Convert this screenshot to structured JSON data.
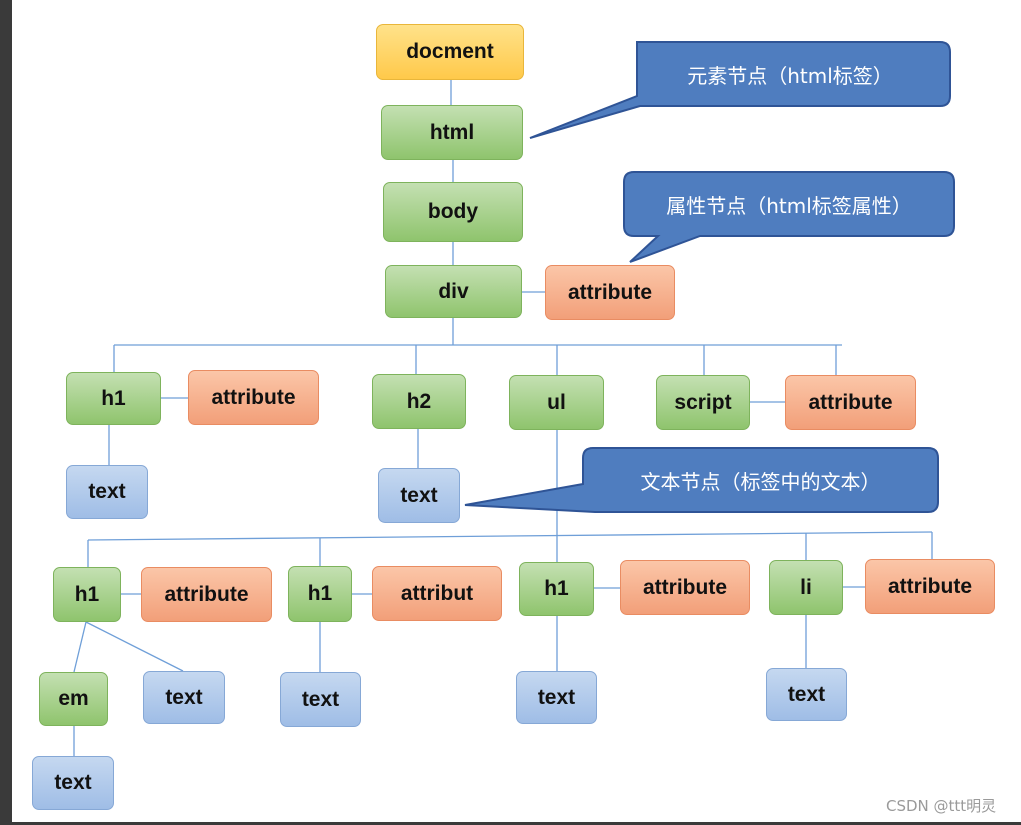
{
  "nodes": {
    "document": "docment",
    "html": "html",
    "body": "body",
    "div": "div",
    "div_attribute": "attribute",
    "h1": "h1",
    "h1_attribute": "attribute",
    "h1_text": "text",
    "h2": "h2",
    "h2_text": "text",
    "ul": "ul",
    "script": "script",
    "script_attribute": "attribute",
    "ul_child1": "h1",
    "ul_child1_attribute": "attribute",
    "em": "em",
    "em_text": "text",
    "ul_child1_text": "text",
    "ul_child2": "h1",
    "ul_child2_attribute": "attribut",
    "ul_child2_text": "text",
    "ul_child3": "h1",
    "ul_child3_attribute": "attribute",
    "ul_child3_text": "text",
    "li": "li",
    "li_attribute": "attribute",
    "li_text": "text"
  },
  "callouts": {
    "element": "元素节点（html标签）",
    "attribute": "属性节点（html标签属性）",
    "text": "文本节点（标签中的文本）"
  },
  "watermark": "CSDN @ttt明灵",
  "colors": {
    "document": "#ffd966",
    "element": "#a9d18e",
    "attribute": "#f4b183",
    "text": "#9dc3e6",
    "callout": "#4f7dbf",
    "connector": "#5b9bd5"
  }
}
